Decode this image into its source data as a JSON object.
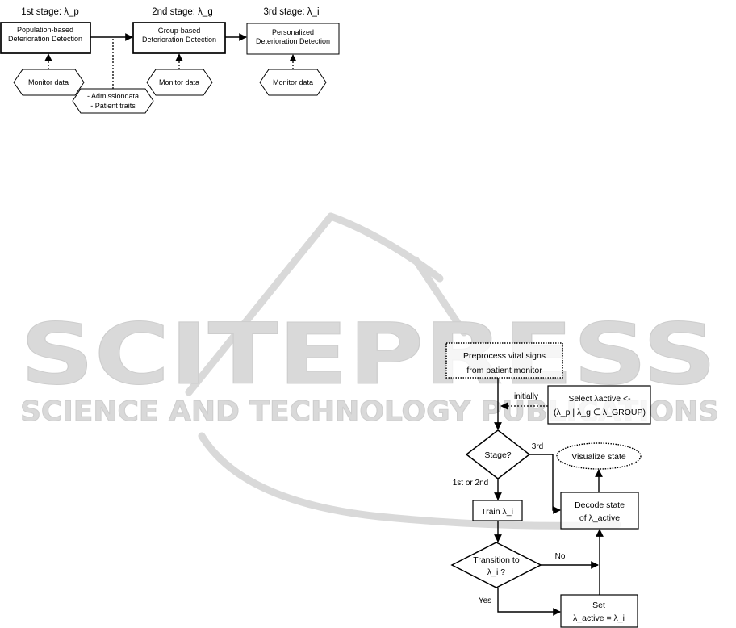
{
  "stages": [
    "1st stage: λ_p",
    "2nd stage: λ_g",
    "3rd stage: λ_i"
  ],
  "pipeline": {
    "population_box": [
      "Population-based",
      "Deterioration Detection"
    ],
    "group_box": [
      "Group-based",
      "Deterioration Detection"
    ],
    "personalized_box": [
      "Personalized",
      "Deterioration Detection"
    ],
    "monitor_inputs": [
      "Monitor data",
      "Monitor data",
      "Monitor data"
    ],
    "admission_input": [
      "- Admissiondata",
      "- Patient traits"
    ]
  },
  "flowchart": {
    "preprocess": [
      "Preprocess vital signs",
      "from patient monitor"
    ],
    "initially_label": "initially",
    "select_active": [
      "Select λactive <-",
      "(λ_p | λ_g ∈ λ_GROUP)"
    ],
    "stage_decision": "Stage?",
    "third_label": "3rd",
    "first_second_label": "1st or 2nd",
    "train": "Train λ_i",
    "transition_decision": [
      "Transition to",
      "λ_i ?"
    ],
    "no_label": "No",
    "yes_label": "Yes",
    "set_active": [
      "Set",
      "λ_active = λ_i"
    ],
    "decode": [
      "Decode state",
      "of λ_active"
    ],
    "visualize": "Visualize state"
  },
  "watermark": {
    "word": "SCITEPRESS",
    "tagline": "SCIENCE AND TECHNOLOGY PUBLICATIONS"
  },
  "colors": {
    "ink": "#000000",
    "watermark": "#d9d9d9",
    "background": "#ffffff"
  }
}
